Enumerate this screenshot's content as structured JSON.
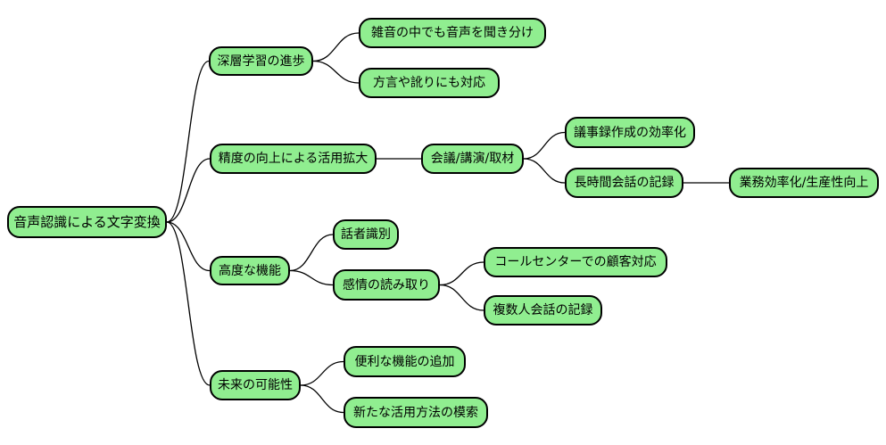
{
  "diagram": {
    "type": "mindmap",
    "title": "音声認識による文字変換",
    "background_color": "#ffffff",
    "node_fill_color": "#90ee90",
    "node_border_color": "#000000",
    "edge_color": "#000000",
    "text_color": "#000000"
  },
  "nodes": [
    {
      "id": "root",
      "label": "音声認識による文字変換",
      "parent": null
    },
    {
      "id": "deep-learning",
      "label": "深層学習の進歩",
      "parent": "root"
    },
    {
      "id": "noise-robust",
      "label": "雑音の中でも音声を聞き分け",
      "parent": "deep-learning"
    },
    {
      "id": "dialect-support",
      "label": "方言や訛りにも対応",
      "parent": "deep-learning"
    },
    {
      "id": "accuracy-uses",
      "label": "精度の向上による活用拡大",
      "parent": "root"
    },
    {
      "id": "meetings",
      "label": "会議/講演/取材",
      "parent": "accuracy-uses"
    },
    {
      "id": "minutes",
      "label": "議事録作成の効率化",
      "parent": "meetings"
    },
    {
      "id": "long-conversation",
      "label": "長時間会話の記録",
      "parent": "meetings"
    },
    {
      "id": "work-efficiency",
      "label": "業務効率化/生産性向上",
      "parent": "long-conversation"
    },
    {
      "id": "advanced-features",
      "label": "高度な機能",
      "parent": "root"
    },
    {
      "id": "speaker-id",
      "label": "話者識別",
      "parent": "advanced-features"
    },
    {
      "id": "emotion-reading",
      "label": "感情の読み取り",
      "parent": "advanced-features"
    },
    {
      "id": "call-center",
      "label": "コールセンターでの顧客対応",
      "parent": "emotion-reading"
    },
    {
      "id": "multi-speaker",
      "label": "複数人会話の記録",
      "parent": "emotion-reading"
    },
    {
      "id": "future",
      "label": "未来の可能性",
      "parent": "root"
    },
    {
      "id": "new-features",
      "label": "便利な機能の追加",
      "parent": "future"
    },
    {
      "id": "new-uses",
      "label": "新たな活用方法の模索",
      "parent": "future"
    }
  ]
}
